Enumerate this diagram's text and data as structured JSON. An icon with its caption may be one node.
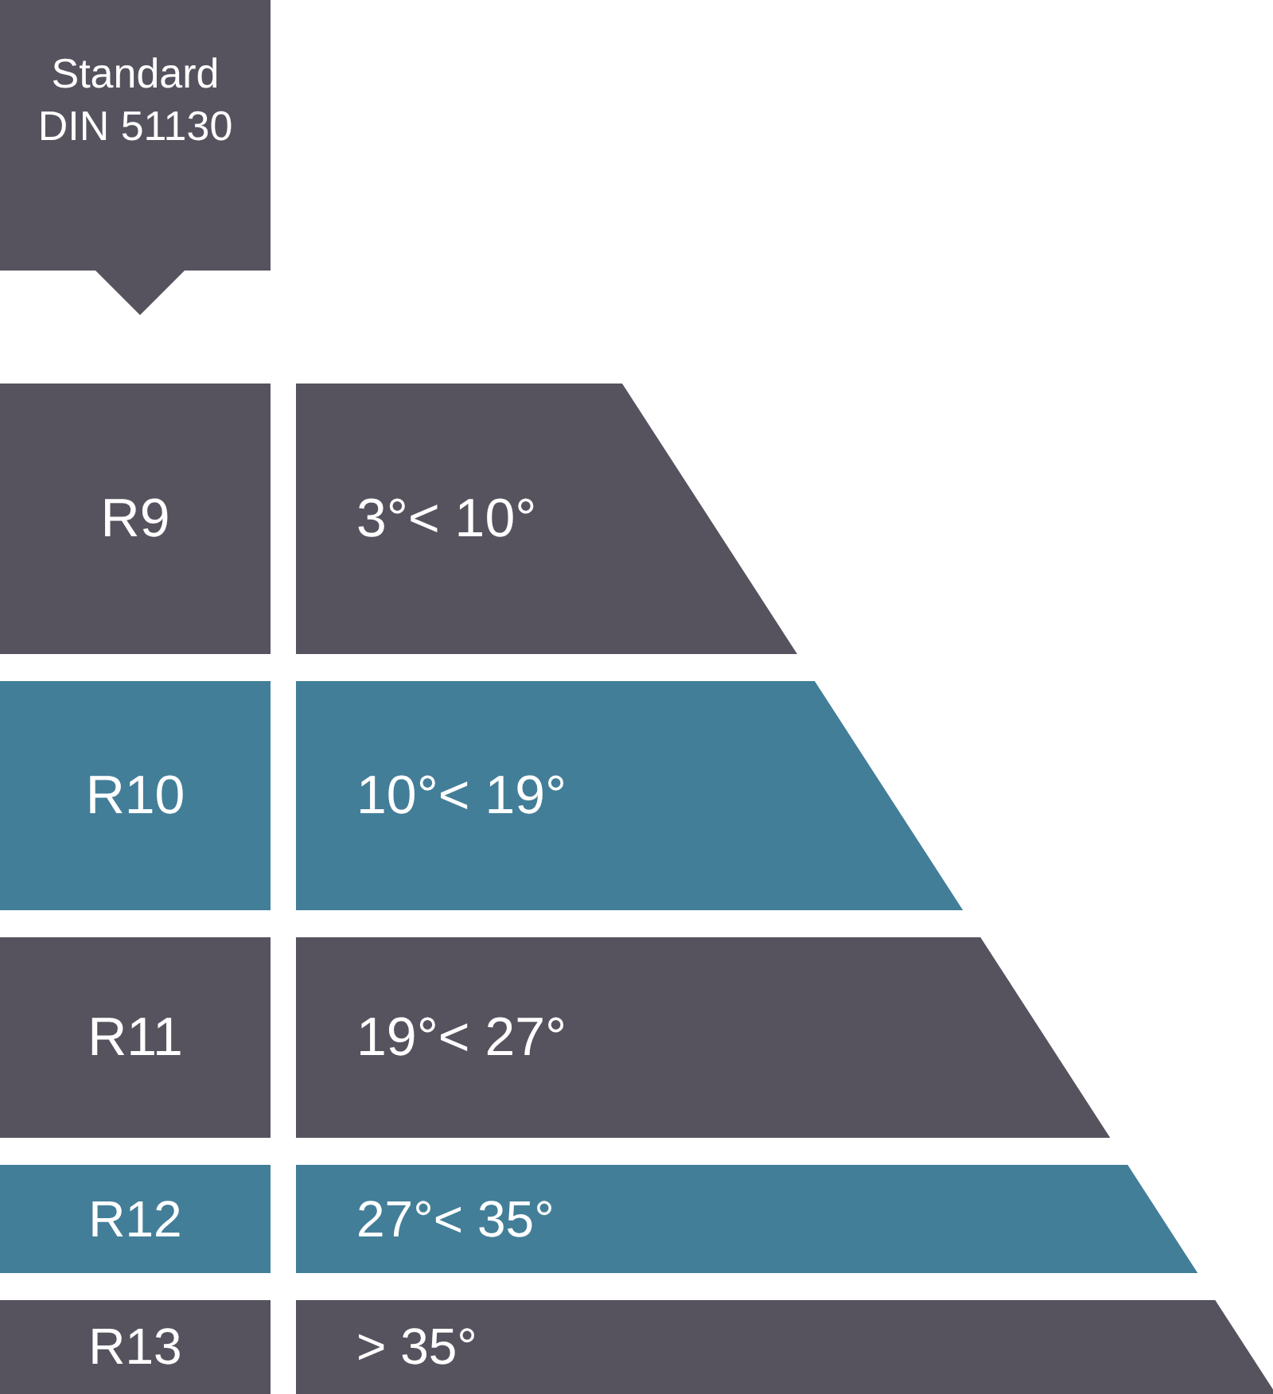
{
  "diagram": {
    "nodes": [
      {
        "text": [
          "Standard DIN 51130"
        ]
      },
      {
        "text": [
          "R9"
        ]
      },
      {
        "text": [
          "3°< 10°"
        ]
      },
      {
        "text": [
          "R10"
        ]
      },
      {
        "text": [
          "10°< 19°"
        ]
      },
      {
        "text": [
          "R11"
        ]
      },
      {
        "text": [
          "19°< 27°"
        ]
      },
      {
        "text": [
          "R12"
        ]
      },
      {
        "text": [
          "27°< 35°"
        ]
      },
      {
        "text": [
          "R13"
        ]
      },
      {
        "text": [
          "> 35°"
        ]
      }
    ]
  }
}
